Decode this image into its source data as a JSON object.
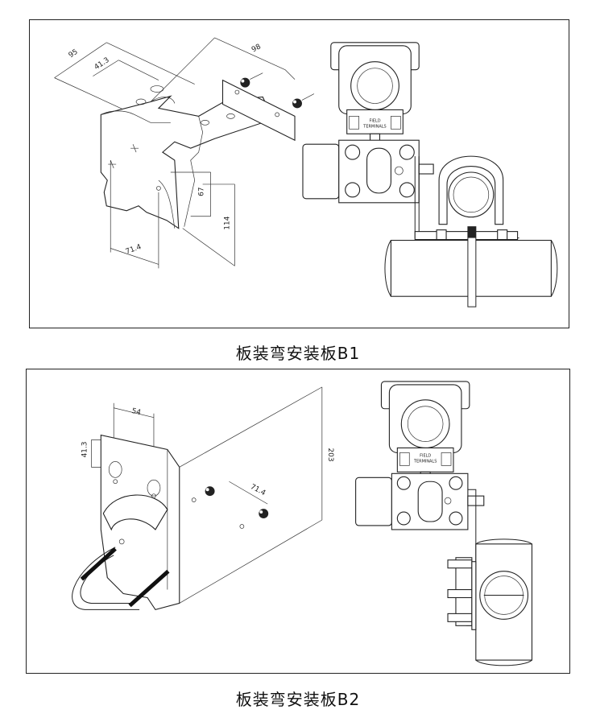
{
  "figures": [
    {
      "id": "B1",
      "caption": "板装弯安装板B1",
      "dimensions": [
        "95",
        "41.3",
        "98",
        "67",
        "114",
        "71.4"
      ],
      "transmitter_label": [
        "FIELD",
        "TERMINALS"
      ]
    },
    {
      "id": "B2",
      "caption": "板装弯安装板B2",
      "dimensions": [
        "54",
        "41.3",
        "71.4",
        "203"
      ],
      "transmitter_label": [
        "FIELD",
        "TERMINALS"
      ]
    }
  ]
}
